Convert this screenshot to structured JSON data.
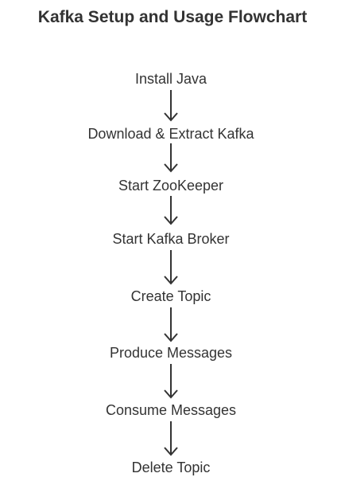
{
  "title": "Kafka Setup and Usage Flowchart",
  "steps": [
    {
      "label": "Install Java"
    },
    {
      "label": "Download & Extract Kafka"
    },
    {
      "label": "Start ZooKeeper"
    },
    {
      "label": "Start Kafka Broker"
    },
    {
      "label": "Create Topic"
    },
    {
      "label": "Produce Messages"
    },
    {
      "label": "Consume Messages"
    },
    {
      "label": "Delete Topic"
    }
  ],
  "colors": {
    "text": "#333333",
    "background": "#ffffff"
  }
}
